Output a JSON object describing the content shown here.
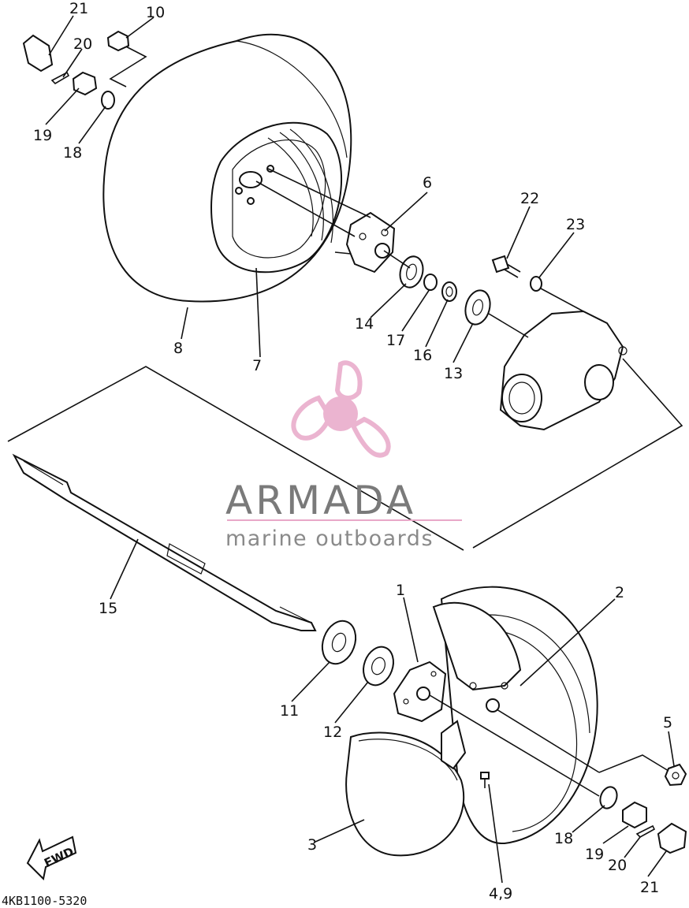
{
  "callouts": {
    "c1": "1",
    "c2": "2",
    "c3": "3",
    "c4_9": "4,9",
    "c5": "5",
    "c6": "6",
    "c7": "7",
    "c8": "8",
    "c10": "10",
    "c11": "11",
    "c12": "12",
    "c13": "13",
    "c14": "14",
    "c15": "15",
    "c16": "16",
    "c17": "17",
    "c18_top": "18",
    "c18_bottom": "18",
    "c19_top": "19",
    "c19_bottom": "19",
    "c20_top": "20",
    "c20_bottom": "20",
    "c21_top": "21",
    "c21_bottom": "21",
    "c22": "22",
    "c23": "23"
  },
  "watermark": {
    "title": "ARMADA",
    "subtitle": "marine outboards",
    "logo_color": "#e8a8c8",
    "text_color": "#7a7a7a",
    "logo_icon": "propeller-icon"
  },
  "direction_badge": "FWD",
  "drawing_code": "4KB1100-5320"
}
